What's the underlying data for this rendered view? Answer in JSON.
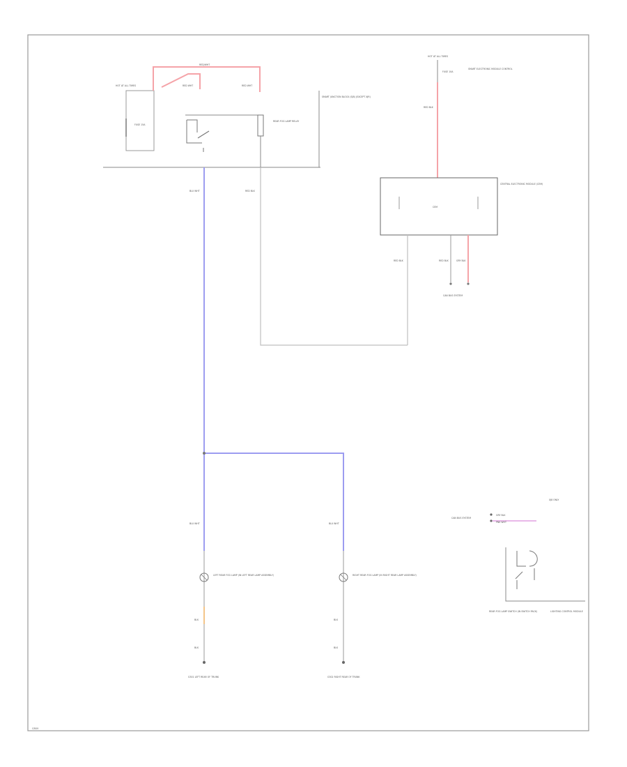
{
  "colors": {
    "red_wire": "#f5a3a8",
    "red_wire_dark": "#e87a86",
    "blue_wire": "#9c9cf0",
    "gray_wire": "#bfbfbf",
    "orange_wire": "#f0b060",
    "border": "#888888"
  },
  "icons": {
    "fuse": "fuse-icon",
    "switch": "switch-icon",
    "ground": "ground-icon",
    "lamp": "lamp-icon",
    "connector": "connector-icon"
  },
  "labels": {
    "hot_at_all_times_left": "HOT AT ALL TIMES",
    "fuse_left": "FUSE 15A",
    "wire_code_top": "RED/WHT",
    "wire_code_a": "RED WHT",
    "wire_code_b": "RED WHT",
    "junction_block": "SMART JUNCTION BLOCK (SJB) (EXCEPT XJR)",
    "relay_name": "REAR FOG LAMP RELAY",
    "hot_at_all_times_right": "HOT AT ALL TIMES",
    "fuse_right": "FUSE 10A",
    "module_top_label": "SMART ELECTRONIC MODULE CONTROL",
    "center_module": "CENTRAL ELECTRONIC MODULE (CEM)",
    "center_module_short": "CEM",
    "wire_blu_1": "BLU WHT",
    "wire_red_1": "RED BLK",
    "wire_red_2": "RED BLK",
    "wire_red_3": "RED BLK",
    "wire_gry": "GRY BLK",
    "to_switch": "CAN BUS SYSTEM",
    "left_lamp": "LEFT REAR FOG LAMP (IN LEFT REAR LAMP ASSEMBLY)",
    "right_lamp": "RIGHT REAR FOG LAMP (IN RIGHT REAR LAMP ASSEMBLY)",
    "wire_blu_left": "BLU WHT",
    "wire_blu_right": "BLU WHT",
    "wire_blk_left_1": "BLK",
    "wire_blk_left_2": "BLK",
    "wire_blk_right_1": "BLK",
    "wire_blk_right_2": "BLK",
    "ground_left": "G301 LEFT REAR OF TRUNK",
    "ground_right": "G302 RIGHT REAR OF TRUNK",
    "inset_title": "XJ8 ONLY",
    "inset_bus_label": "CAN BUS SYSTEM",
    "inset_wire_1": "GRY BLK",
    "inset_wire_2": "PNK WHT",
    "inset_switch": "REAR FOG LAMP SWITCH (IN SWITCH PACK)",
    "inset_side": "LIGHTING CONTROL MODULE",
    "footer_code": "GR09"
  }
}
